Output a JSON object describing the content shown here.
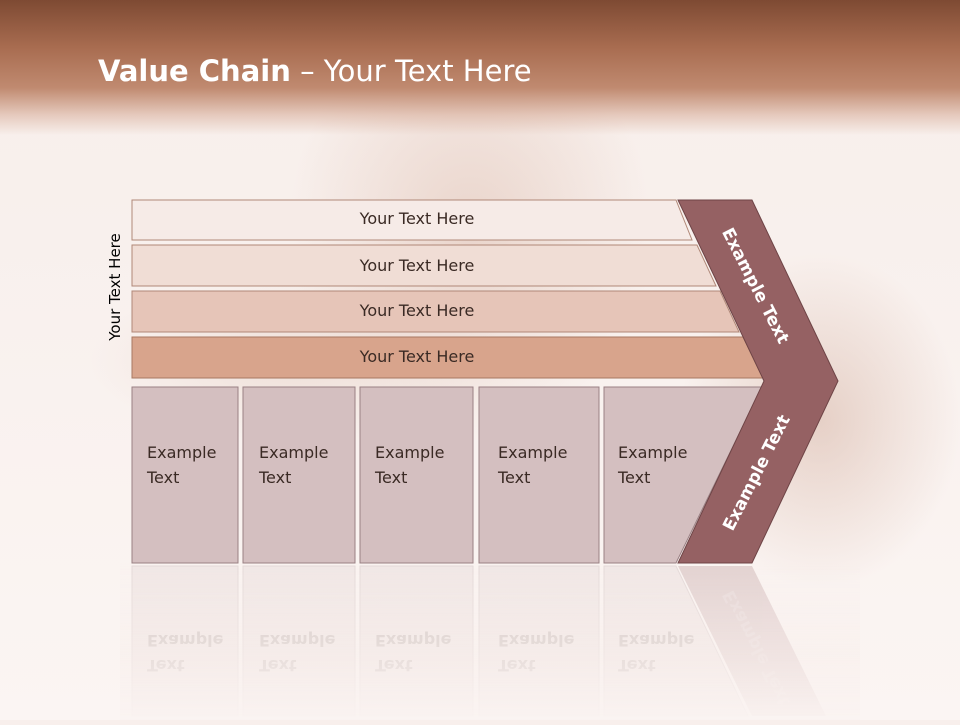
{
  "slide": {
    "title_bold": "Value Chain",
    "title_rest": " – Your Text Here",
    "side_label": "Your Text Here"
  },
  "bars": [
    {
      "label": "Your Text Here"
    },
    {
      "label": "Your Text Here"
    },
    {
      "label": "Your Text Here"
    },
    {
      "label": "Your Text Here"
    }
  ],
  "boxes": [
    {
      "line1": "Example",
      "line2": "Text"
    },
    {
      "line1": "Example",
      "line2": "Text"
    },
    {
      "line1": "Example",
      "line2": "Text"
    },
    {
      "line1": "Example",
      "line2": "Text"
    },
    {
      "line1": "Example",
      "line2": "Text"
    }
  ],
  "chevron": {
    "upper_label": "Example Text",
    "lower_label": "Example Text"
  },
  "colors": {
    "title_band": "#a86c50",
    "chevron": "#956163",
    "box_fill": "#d4bfc0",
    "bar_fills": [
      "#f6ebe7",
      "#f0ddd5",
      "#e6c5b8",
      "#d8a48c"
    ]
  }
}
